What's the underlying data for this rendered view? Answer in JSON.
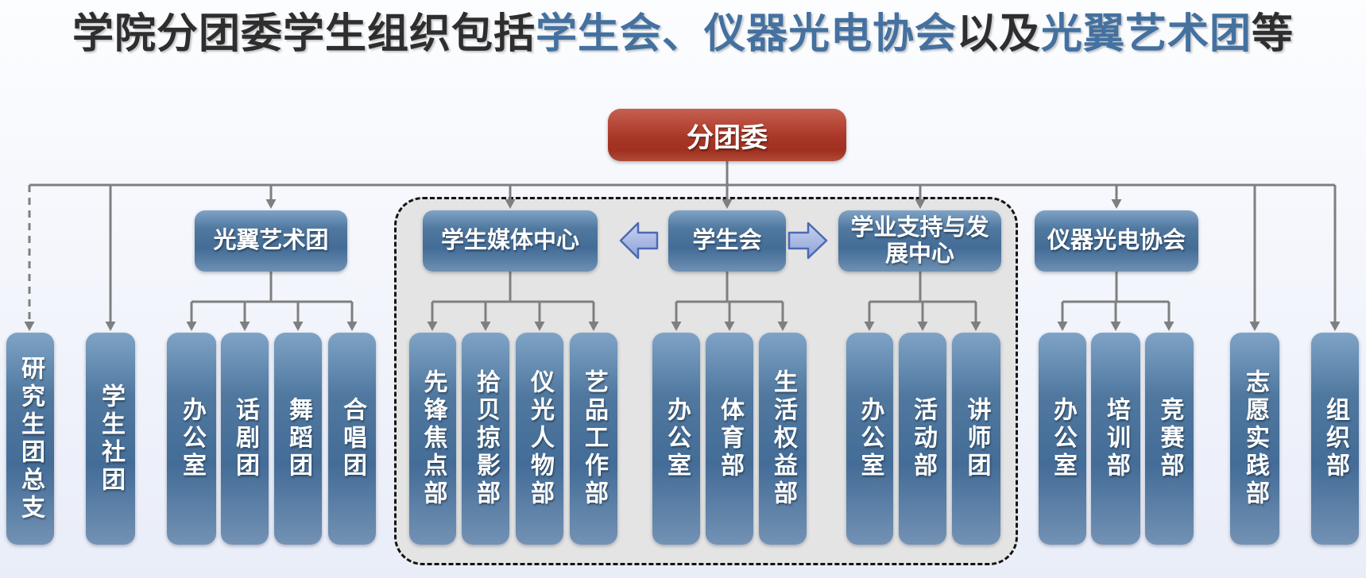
{
  "title": {
    "part1": "学院分团委学生组织包括",
    "part2": "学生会、仪器光电协会",
    "part3": "以及",
    "part4": "光翼艺术团",
    "part5": "等"
  },
  "root": {
    "label": "分团委"
  },
  "groups": [
    {
      "parent": "光翼艺术团",
      "children": [
        "办公室",
        "话剧团",
        "舞蹈团",
        "合唱团"
      ]
    },
    {
      "parent": "学生媒体中心",
      "children": [
        "先锋焦点部",
        "拾贝掠影部",
        "仪光人物部",
        "艺品工作部"
      ]
    },
    {
      "parent": "学生会",
      "children": [
        "办公室",
        "体育部",
        "生活权益部"
      ]
    },
    {
      "parent": "学业支持与发展中心",
      "children": [
        "办公室",
        "活动部",
        "讲师团"
      ]
    },
    {
      "parent": "仪器光电协会",
      "children": [
        "办公室",
        "培训部",
        "竞赛部"
      ]
    }
  ],
  "standalone": [
    {
      "label": "研究生团总支",
      "connector": "dashed"
    },
    {
      "label": "学生社团",
      "connector": "solid"
    },
    {
      "label": "志愿实践部",
      "connector": "solid"
    },
    {
      "label": "组织部",
      "connector": "solid"
    }
  ],
  "colors": {
    "title_dark": "#2e2e2e",
    "title_blue": "#44719f",
    "root_red": "#a93627",
    "node_blue": "#4a739e",
    "connector_gray": "#7f7f7f",
    "block_arrow_fill": "#a9b8e4",
    "block_arrow_border": "#4c6ab2",
    "region_fill": "#e4e4e4"
  }
}
